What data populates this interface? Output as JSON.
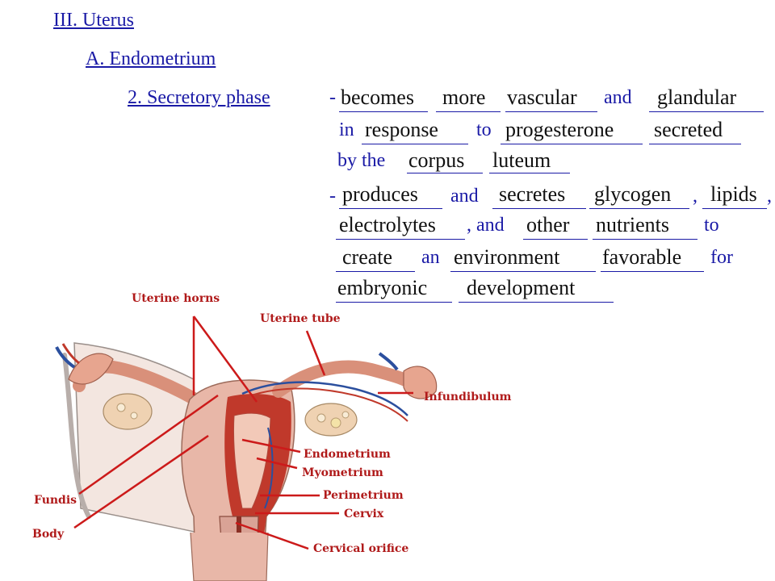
{
  "outline": {
    "level1": "III.  Uterus",
    "level2": "A.  Endometrium",
    "level3": "2.  Secretory phase"
  },
  "notes": {
    "dash1": "-",
    "w_becomes": "becomes",
    "w_more": "more",
    "w_vascular": "vascular",
    "w_and1": "and",
    "w_glandular": "glandular",
    "w_in": "in",
    "w_response": "response",
    "w_to1": "to",
    "w_progesterone": "progesterone",
    "w_secreted": "secreted",
    "w_bythe": "by the",
    "w_corpus": "corpus",
    "w_luteum": "luteum",
    "dash2": "-",
    "w_produces": "produces",
    "w_and2": "and",
    "w_secretes": "secretes",
    "w_glycogen": "glycogen",
    "w_comma1": ",",
    "w_lipids": "lipids",
    "w_comma2": ",",
    "w_electrolytes": "electrolytes",
    "w_commaand": ", and",
    "w_other": "other",
    "w_nutrients": "nutrients",
    "w_to2": "to",
    "w_create": "create",
    "w_an": "an",
    "w_environment": "environment",
    "w_favorable": "favorable",
    "w_for": "for",
    "w_embryonic": "embryonic",
    "w_development": "development"
  },
  "labels": {
    "uterine_horns": "Uterine horns",
    "uterine_tube": "Uterine tube",
    "infundibulum": "Infundibulum",
    "endometrium": "Endometrium",
    "myometrium": "Myometrium",
    "perimetrium": "Perimetrium",
    "cervix": "Cervix",
    "cervical_orifice": "Cervical orifice",
    "fundis": "Fundis",
    "body": "Body"
  },
  "colors": {
    "text_blue": "#1a1aa6",
    "label_red": "#b01a1a",
    "tissue_pink": "#e8b7a8",
    "muscle_red": "#c0392b",
    "vessel_blue": "#2b4f9e"
  }
}
